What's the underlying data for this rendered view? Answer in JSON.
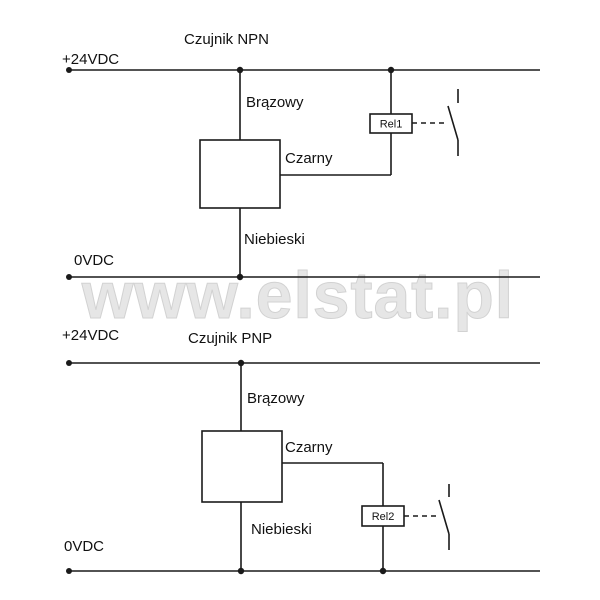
{
  "watermark": "www.elstat.pl",
  "npn": {
    "title": "Czujnik NPN",
    "supply_pos": "+24VDC",
    "supply_neg": "0VDC",
    "wire_brown": "Brązowy",
    "wire_black": "Czarny",
    "wire_blue": "Niebieski",
    "relay": "Rel1"
  },
  "pnp": {
    "title": "Czujnik PNP",
    "supply_pos": "+24VDC",
    "supply_neg": "0VDC",
    "wire_brown": "Brązowy",
    "wire_black": "Czarny",
    "wire_blue": "Niebieski",
    "relay": "Rel2"
  },
  "colors": {
    "line": "#1a1a1a",
    "watermark": "#e6e6e6"
  }
}
